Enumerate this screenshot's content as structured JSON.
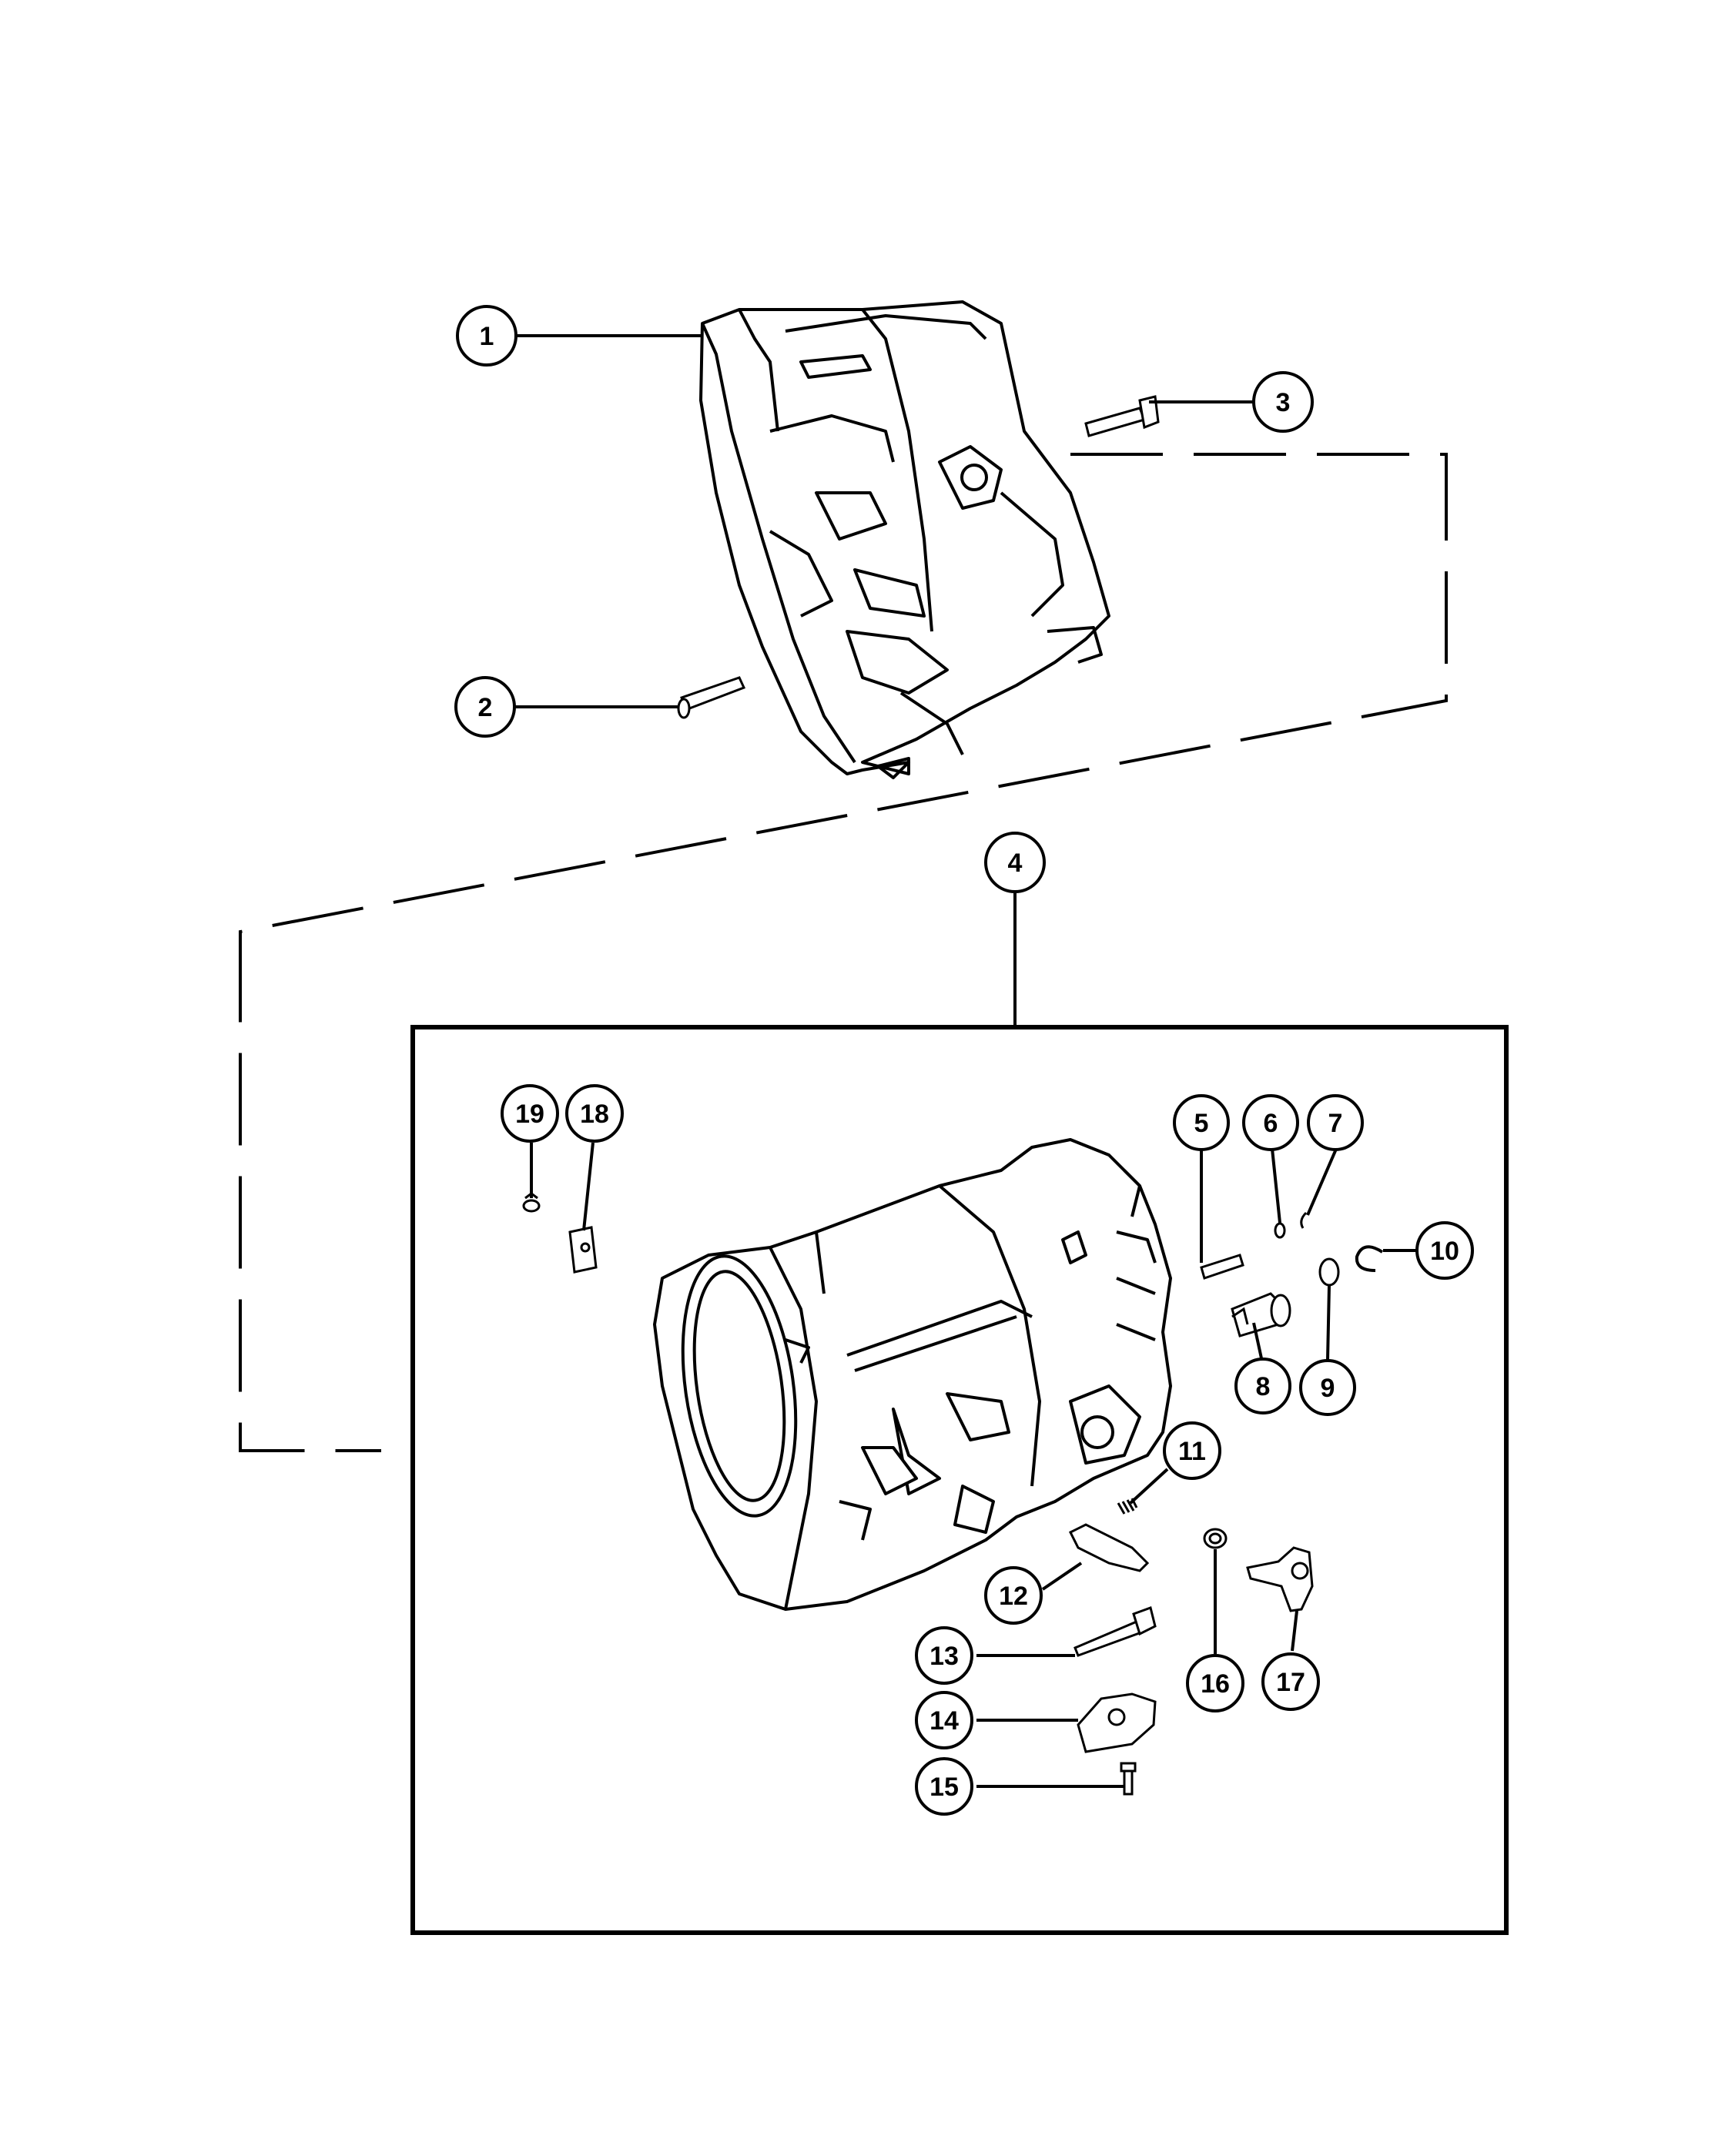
{
  "diagram": {
    "colors": {
      "line": "#000000",
      "fill": "#ffffff",
      "panel": "#ffffff"
    },
    "callouts": [
      {
        "id": "1",
        "label": "1",
        "part": "transmission-bell-housing"
      },
      {
        "id": "2",
        "label": "2",
        "part": "dowel-pin"
      },
      {
        "id": "3",
        "label": "3",
        "part": "bolt"
      },
      {
        "id": "4",
        "label": "4",
        "part": "transmission-case-assembly"
      },
      {
        "id": "5",
        "label": "5",
        "part": "pin"
      },
      {
        "id": "6",
        "label": "6",
        "part": "o-ring"
      },
      {
        "id": "7",
        "label": "7",
        "part": "snap-ring"
      },
      {
        "id": "8",
        "label": "8",
        "part": "bushing"
      },
      {
        "id": "9",
        "label": "9",
        "part": "ring"
      },
      {
        "id": "10",
        "label": "10",
        "part": "retaining-clip"
      },
      {
        "id": "11",
        "label": "11",
        "part": "spring"
      },
      {
        "id": "12",
        "label": "12",
        "part": "park-pawl"
      },
      {
        "id": "13",
        "label": "13",
        "part": "pivot-shaft"
      },
      {
        "id": "14",
        "label": "14",
        "part": "bracket"
      },
      {
        "id": "15",
        "label": "15",
        "part": "screw"
      },
      {
        "id": "16",
        "label": "16",
        "part": "seal"
      },
      {
        "id": "17",
        "label": "17",
        "part": "manual-lever"
      },
      {
        "id": "18",
        "label": "18",
        "part": "clip"
      },
      {
        "id": "19",
        "label": "19",
        "part": "plug"
      }
    ]
  }
}
